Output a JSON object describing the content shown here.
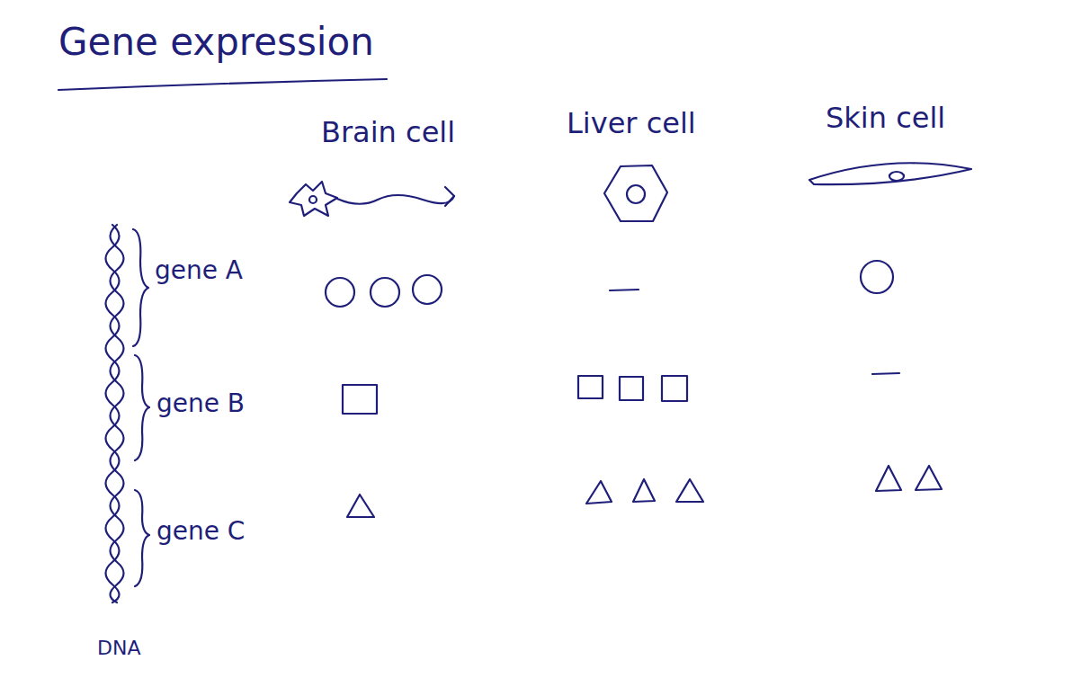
{
  "diagram": {
    "title": "Gene expression",
    "labels": [
      "Brain cell",
      "Liver cell",
      "Skin cell",
      "gene A",
      "gene B",
      "gene C",
      "DNA"
    ]
  }
}
